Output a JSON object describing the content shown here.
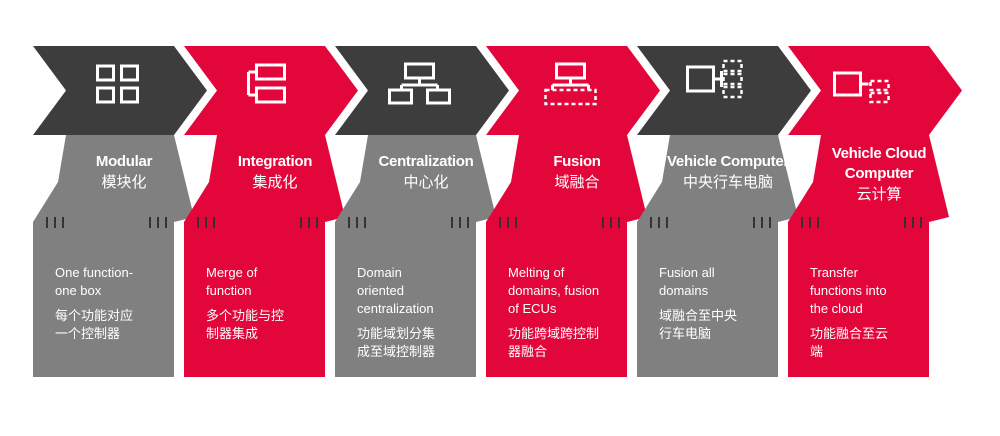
{
  "colors": {
    "dark": "#3d3d3d",
    "red": "#e2063a",
    "gray": "#808080",
    "white": "#ffffff"
  },
  "stages": [
    {
      "title": "Modular",
      "title_cn": "模块化",
      "desc_en": "One function-\none box",
      "desc_cn": "每个功能对应\n一个控制器",
      "theme": "dark",
      "icon": "four-boxes-icon"
    },
    {
      "title": "Integration",
      "title_cn": "集成化",
      "desc_en": "Merge of\nfunction",
      "desc_cn": "多个功能与控\n制器集成",
      "theme": "red",
      "icon": "two-boxes-icon"
    },
    {
      "title": "Centralization",
      "title_cn": "中心化",
      "desc_en": "Domain\noriented\ncentralization",
      "desc_cn": "功能域划分集\n成至域控制器",
      "theme": "dark",
      "icon": "hierarchy-icon"
    },
    {
      "title": "Fusion",
      "title_cn": "域融合",
      "desc_en": "Melting of\ndomains, fusion\nof ECUs",
      "desc_cn": "功能跨域跨控制\n器融合",
      "theme": "red",
      "icon": "fusion-icon"
    },
    {
      "title": "Vehicle Computer",
      "title_cn": "中央行车电脑",
      "desc_en": "Fusion all\ndomains",
      "desc_cn": "域融合至中央\n行车电脑",
      "theme": "dark",
      "icon": "vehicle-computer-icon"
    },
    {
      "title": "Vehicle Cloud\nComputer",
      "title_cn": "云计算",
      "desc_en": "Transfer\nfunctions into\nthe cloud",
      "desc_cn": "功能融合至云\n端",
      "theme": "red",
      "icon": "cloud-computer-icon"
    }
  ]
}
